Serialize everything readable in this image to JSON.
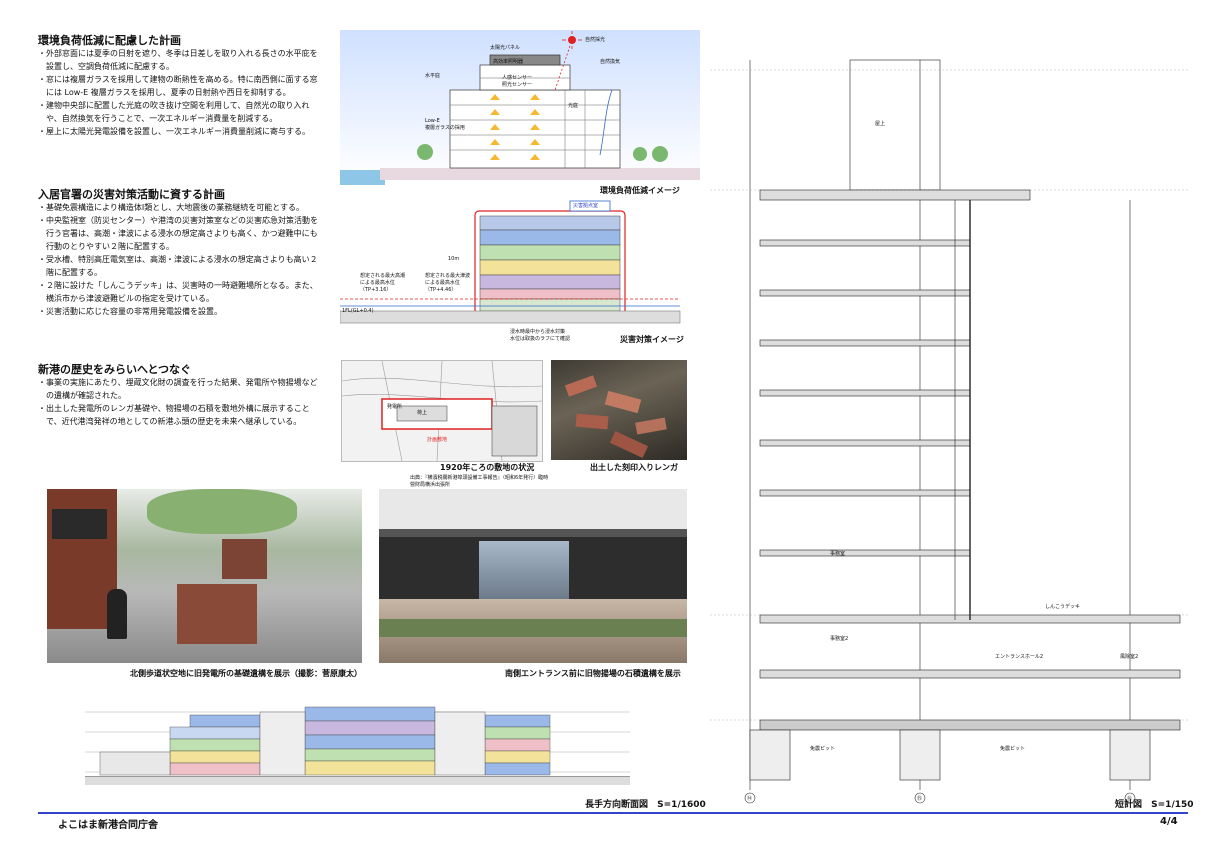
{
  "sections": {
    "env": {
      "title": "環境負荷低減に配慮した計画",
      "bullets": [
        "外部窓面には夏季の日射を遮り、冬季は日差しを取り入れる長さの水平庇を設置し、空調負荷低減に配慮する。",
        "窓には複層ガラスを採用して建物の断熱性を高める。特に南西側に面する窓には Low-E 複層ガラスを採用し、夏季の日射熱や西日を抑制する。",
        "建物中央部に配置した光庭の吹き抜け空間を利用して、自然光の取り入れや、自然換気を行うことで、一次エネルギー消費量を削減する。",
        "屋上に太陽光発電設備を設置し、一次エネルギー消費量削減に寄与する。"
      ],
      "diagram_caption": "環境負荷低減イメージ",
      "labels": {
        "solar": "太陽光パネル",
        "sun": "自然採光",
        "vent": "自然換気",
        "eave": "水平庇",
        "lowe": "Low-E\n複層ガラスの採用",
        "sensor": "人感センサー\n照光センサー",
        "shading": "高効率照明器",
        "lightwell": "光庭"
      }
    },
    "disaster": {
      "title": "入居官署の災害対策活動に資する計画",
      "bullets": [
        "基礎免震構造により構造体Ⅰ類とし、大地震後の業務継続を可能とする。",
        "中央監視室（防災センター）や港湾の災害対策室などの災害応急対策活動を行う官署は、高潮・津波による浸水の想定高さよりも高く、かつ避難中にも行動のとりやすい２階に配置する。",
        "受水槽、特別高圧電気室は、高潮・津波による浸水の想定高さよりも高い２階に配置する。",
        "２階に設けた「しんこうデッキ」は、災害時の一時避難場所となる。また、横浜市から津波避難ビルの指定を受けている。",
        "災害活動に応じた容量の非常用発電設備を設置。"
      ],
      "diagram_caption": "災害対策イメージ",
      "labels": {
        "hq": "災害拠点室",
        "flood1": "想定される最大高潮\nによる最高水位\n（TP+3.16）",
        "flood2": "想定される最大津波\nによる最高水位\n（TP+4.46）",
        "gl": "1FL(GL+0.4)",
        "note": "浸水時最中から浸水対策\n水位は取扱のラフにて確認",
        "tenm": "10m"
      }
    },
    "history": {
      "title": "新港の歴史をみらいへとつなぐ",
      "bullets": [
        "事業の実施にあたり、埋蔵文化財の調査を行った結果、発電所や物揚場などの遺構が確認された。",
        "出土した発電所のレンガ基礎や、物揚場の石積を敷地外構に展示することで、近代港湾発祥の地としての新港ふ頭の歴史を未来へ継承している。"
      ],
      "map_caption": "1920年ころの敷地の状況",
      "map_source": "出典：『横濱税關新港埠頭設備工事報告』（昭和6年発行）臨時營財局横浜出張所",
      "map_labels": {
        "station": "発電所",
        "site": "計画敷地",
        "area": "荷上"
      },
      "brick_caption": "出土した刻印入りレンガ"
    }
  },
  "photos": {
    "left_caption": "北側歩道状空地に旧発電所の基礎遺構を展示（撮影：菅原康太）",
    "right_caption": "南側エントランス前に旧物揚場の石積遺構を展示"
  },
  "long_section": {
    "title": "長手方向断面図",
    "scale": "S=1/1600"
  },
  "detail_section": {
    "title": "短計図",
    "scale": "S=1/150",
    "room_labels": [
      "屋上",
      "しんこうデッキ",
      "エントランスホール2",
      "風除室2",
      "免震ピット",
      "免震ピット",
      "事務室",
      "事務室2"
    ],
    "axis_labels": [
      "⑭",
      "⑮",
      "⑯"
    ]
  },
  "footer": {
    "title": "よこはま新港合同庁舎",
    "page": "4/4"
  },
  "colors": {
    "accent": "#3344cc",
    "floor_blue": "#9ab8e8",
    "floor_green": "#bfe0b0",
    "floor_pink": "#f0c0c8",
    "floor_yellow": "#f3e39a",
    "floor_purple": "#c8b8e0",
    "red": "#e02020"
  }
}
